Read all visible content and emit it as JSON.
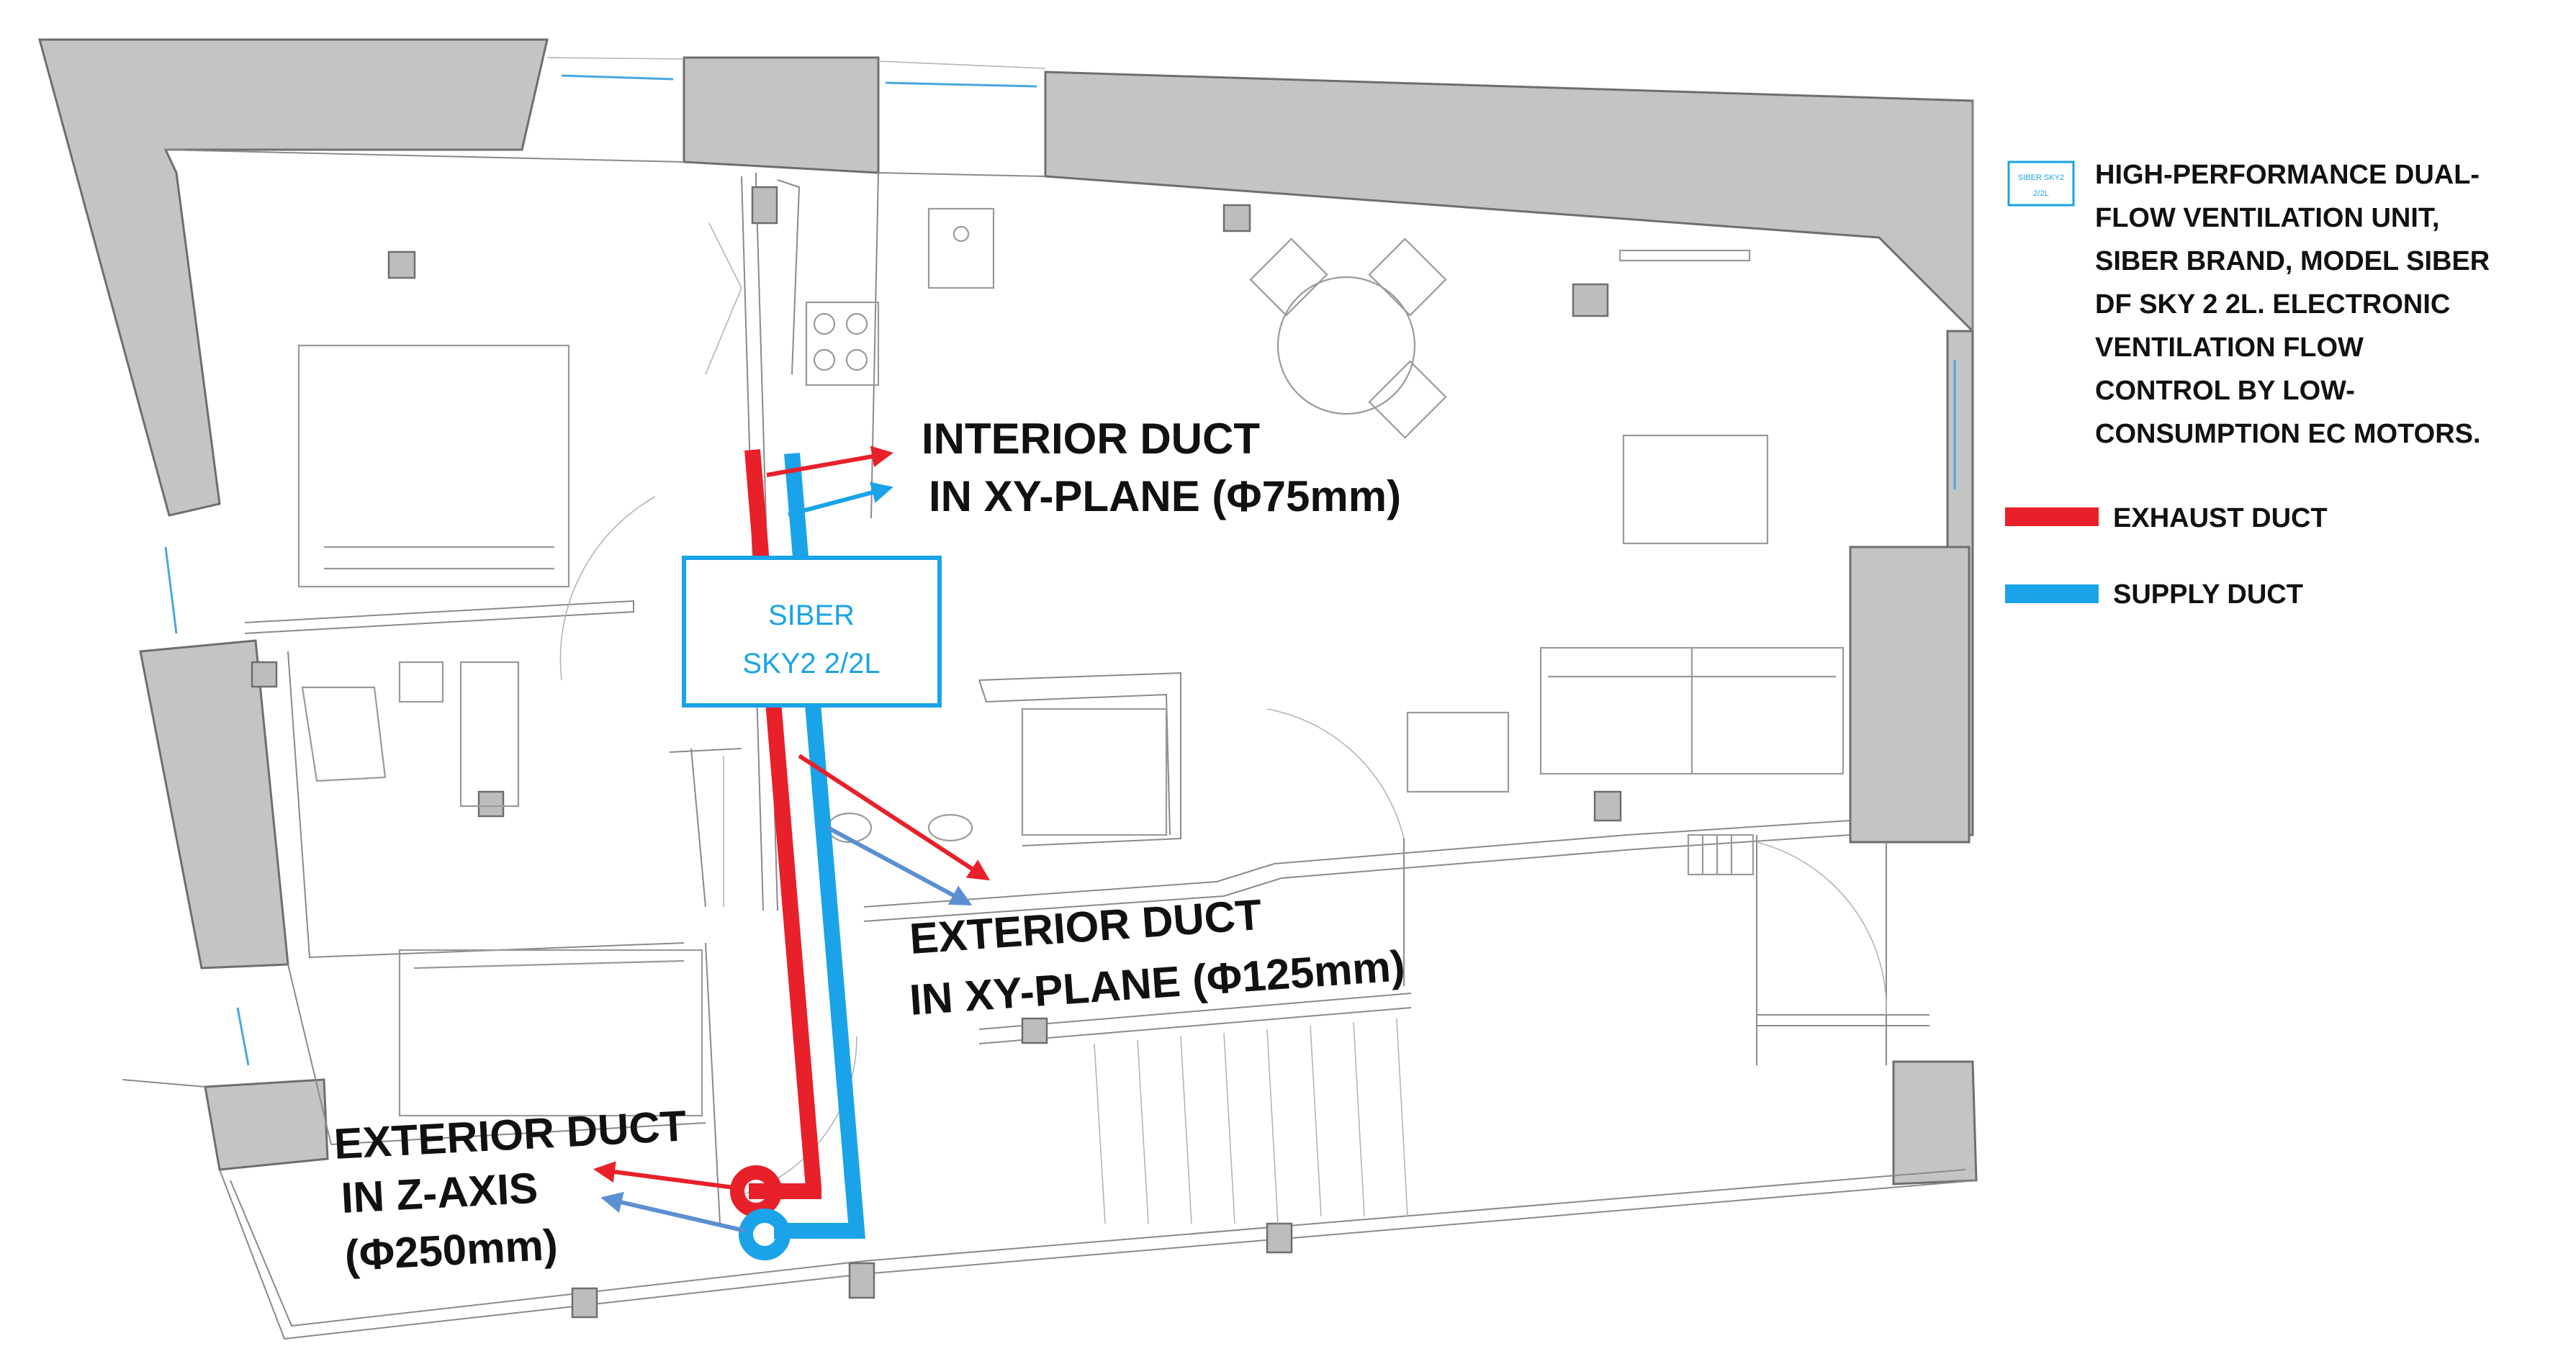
{
  "labels": {
    "interior_duct_line1": "INTERIOR DUCT",
    "interior_duct_line2": "IN XY-PLANE (Φ75mm)",
    "exterior_xy_line1": "EXTERIOR DUCT",
    "exterior_xy_line2": "IN XY-PLANE (Φ125mm)",
    "exterior_z_line1": "EXTERIOR DUCT",
    "exterior_z_line2": "IN Z-AXIS",
    "exterior_z_line3": "(Φ250mm)"
  },
  "unit": {
    "line1": "SIBER",
    "line2": "SKY2 2/2L"
  },
  "legend": {
    "unit_icon_line1": "SIBER SKY2",
    "unit_icon_line2": "2/2L",
    "unit_desc_lines": [
      "HIGH-PERFORMANCE DUAL-",
      "FLOW VENTILATION UNIT,",
      "SIBER BRAND, MODEL SIBER",
      "DF SKY 2 2L. ELECTRONIC",
      "VENTILATION FLOW",
      "CONTROL BY LOW-",
      "CONSUMPTION EC MOTORS."
    ],
    "exhaust_label": "EXHAUST DUCT",
    "supply_label": "SUPPLY DUCT"
  },
  "colors": {
    "exhaust": "#e8202a",
    "supply": "#1aa3e8",
    "exterior_supply_arrow": "#5b8fd0"
  }
}
